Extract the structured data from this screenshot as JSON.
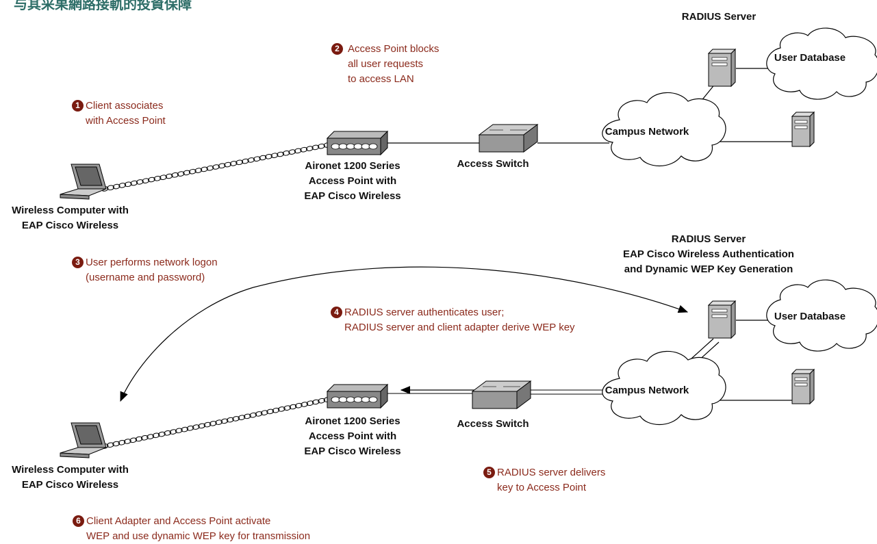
{
  "title": "与其采果網路接軌的投資保障",
  "colors": {
    "step_text": "#8b2a1c",
    "step_badge": "#7a1b10",
    "label": "#111111",
    "title": "#2e6e68"
  },
  "top": {
    "radius_server_label": "RADIUS Server",
    "user_database_label": "User Database",
    "campus_network_label": "Campus Network",
    "access_switch_label": "Access Switch",
    "access_point_label": [
      "Aironet 1200 Series",
      "Access Point with",
      "EAP Cisco Wireless"
    ],
    "client_label": [
      "Wireless Computer with",
      "EAP Cisco Wireless"
    ]
  },
  "bottom": {
    "radius_server_label": [
      "RADIUS Server",
      "EAP Cisco Wireless Authentication",
      "and Dynamic WEP Key Generation"
    ],
    "user_database_label": "User Database",
    "campus_network_label": "Campus Network",
    "access_switch_label": "Access Switch",
    "access_point_label": [
      "Aironet 1200 Series",
      "Access Point with",
      "EAP Cisco Wireless"
    ],
    "client_label": [
      "Wireless Computer with",
      "EAP Cisco Wireless"
    ]
  },
  "steps": [
    {
      "number": "1",
      "lines": [
        "Client associates",
        "with Access Point"
      ]
    },
    {
      "number": "2",
      "lines": [
        "Access Point blocks",
        "all user requests",
        "to access LAN"
      ]
    },
    {
      "number": "3",
      "lines": [
        "User performs network logon",
        "(username and password)"
      ]
    },
    {
      "number": "4",
      "lines": [
        "RADIUS server authenticates user;",
        "RADIUS server and client adapter derive WEP key"
      ]
    },
    {
      "number": "5",
      "lines": [
        "RADIUS server delivers",
        "key to Access Point"
      ]
    },
    {
      "number": "6",
      "lines": [
        "Client Adapter and Access Point activate",
        "WEP and use dynamic WEP key for transmission"
      ]
    }
  ]
}
